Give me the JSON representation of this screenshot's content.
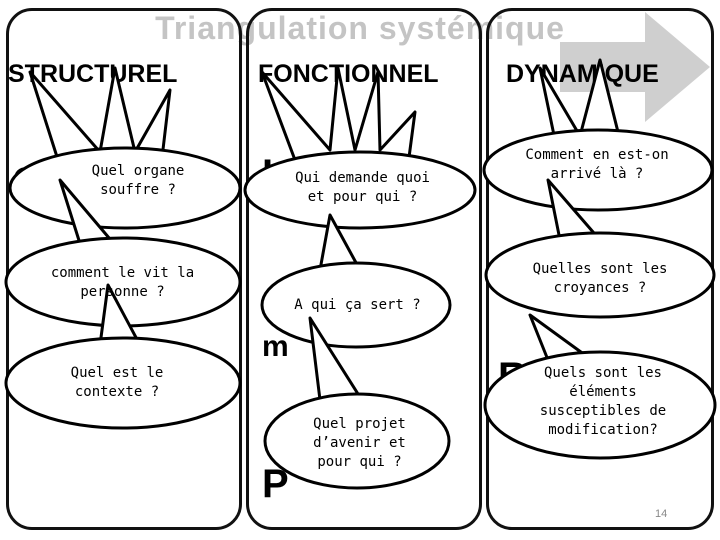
{
  "title": "Triangulation systémique",
  "columns": {
    "structurel": "STRUCTUREL",
    "fonctionnel": "FONCTIONNEL",
    "dynamique": "DYNAMIQUE"
  },
  "bubbles": {
    "organe": "Quel organe souffre ?",
    "vit": "comment le vit la personne ?",
    "contexte": "Quel est le contexte ?",
    "demande": "Qui demande quoi et pour qui ?",
    "sert": "A qui ça sert ?",
    "projet": "Quel projet d’avenir et pour qui ?",
    "arrive": "Comment en est-on arrivé là ?",
    "croyances": "Quelles sont les croyances ?",
    "modification": "Quels sont les éléments susceptibles de modification?"
  },
  "page_number": "14"
}
